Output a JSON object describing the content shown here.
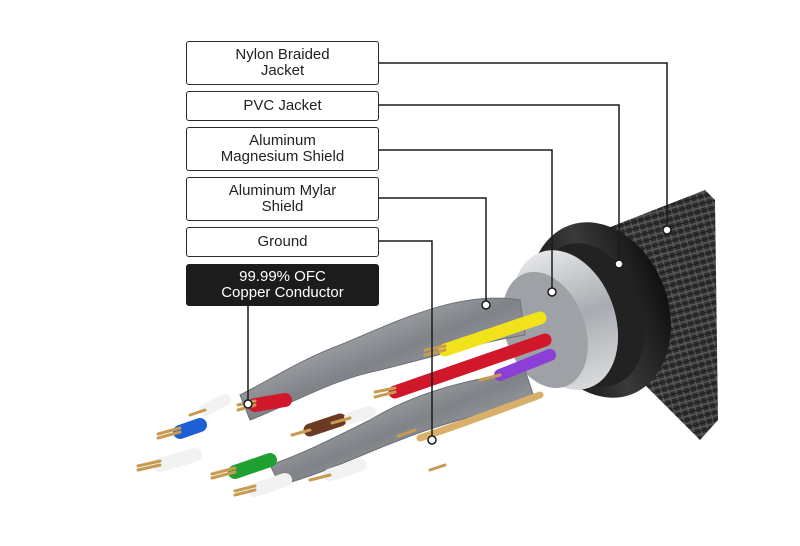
{
  "labels": {
    "nylon_braided_jacket": "Nylon Braided\nJacket",
    "pvc_jacket": "PVC Jacket",
    "aluminum_magnesium_shield": "Aluminum\nMagnesium Shield",
    "aluminum_mylar_shield": "Aluminum Mylar\nShield",
    "ground": "Ground",
    "copper_conductor": "99.99% OFC\nCopper Conductor"
  },
  "colors": {
    "braid": "#2e2e2e",
    "pvc": "#1a1a1a",
    "foil": "#b9bcc0",
    "wire_yellow": "#f2e21c",
    "wire_red": "#d0182a",
    "wire_purple": "#8b3fd6",
    "wire_blue": "#1f5fd6",
    "wire_green": "#1fa030",
    "wire_white": "#f2f2f2",
    "wire_brown": "#6a3a22",
    "copper": "#c99a52",
    "leader_line": "#1a1a1a"
  }
}
